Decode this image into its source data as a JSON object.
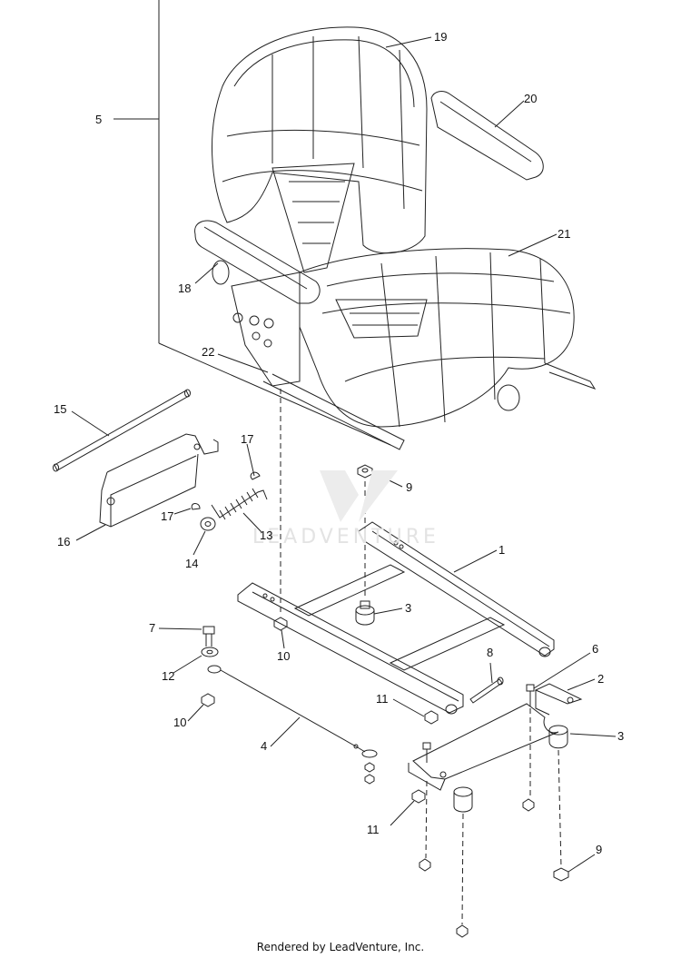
{
  "diagram": {
    "callouts": [
      "1",
      "2",
      "3",
      "3",
      "4",
      "5",
      "6",
      "7",
      "8",
      "9",
      "9",
      "10",
      "10",
      "11",
      "11",
      "12",
      "13",
      "14",
      "15",
      "16",
      "17",
      "17",
      "18",
      "19",
      "20",
      "21",
      "22"
    ],
    "watermark": "LEADVENTURE",
    "footer": "Rendered by LeadVenture, Inc."
  }
}
